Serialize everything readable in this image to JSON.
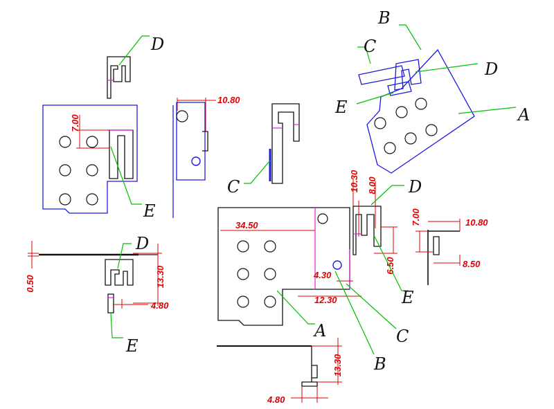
{
  "callouts": {
    "a": "A",
    "b": "B",
    "c": "C",
    "d": "D",
    "e": "E"
  },
  "dimensions": {
    "d_7_00": "7.00",
    "d_10_80": "10.80",
    "d_8_50": "8.50",
    "d_0_50": "0.50",
    "d_13_30": "13.30",
    "d_4_80": "4.80",
    "d_34_50": "34.50",
    "d_10_30": "10.30",
    "d_8_00": "8.00",
    "d_6_50": "6.50",
    "d_4_30": "4.30",
    "d_12_30": "12.30"
  },
  "colors": {
    "outline": "#111111",
    "blue_part": "#1a1adf",
    "dimension": "#e00000",
    "leader": "#00c000",
    "bend_line": "#e020e0"
  }
}
